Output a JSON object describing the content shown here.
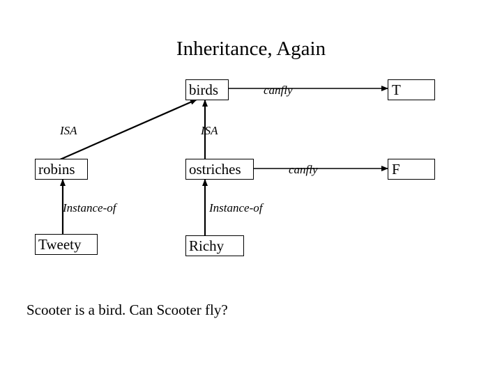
{
  "title": "Inheritance, Again",
  "nodes": {
    "birds": "birds",
    "robins": "robins",
    "ostriches": "ostriches",
    "tweety": "Tweety",
    "richy": "Richy",
    "true_value": "T",
    "false_value": "F"
  },
  "edge_labels": {
    "robins_isa": "ISA",
    "ostriches_isa": "ISA",
    "birds_canfly": "canfly",
    "ostriches_canfly": "canfly",
    "tweety_instance_of": "Instance-of",
    "richy_instance_of": "Instance-of"
  },
  "question": "Scooter is a bird.  Can Scooter fly?"
}
